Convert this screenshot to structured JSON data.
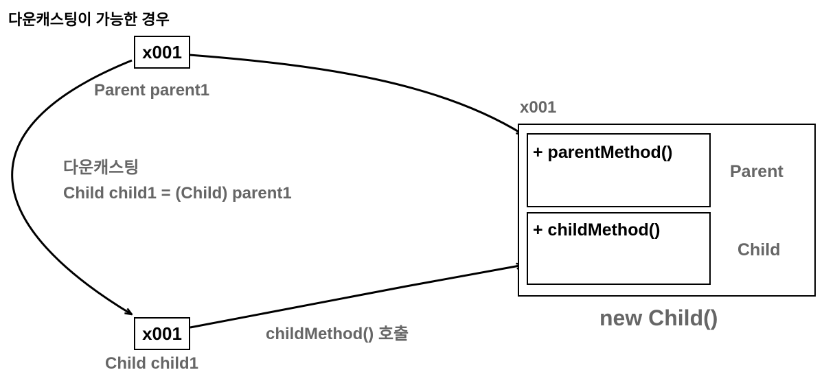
{
  "title": "다운캐스팅이 가능한 경우",
  "parent_ref": {
    "address": "x001",
    "label": "Parent parent1"
  },
  "child_ref": {
    "address": "x001",
    "label": "Child child1"
  },
  "downcast_note": {
    "line1": "다운캐스팅",
    "line2": "Child child1 = (Child) parent1"
  },
  "instance": {
    "address": "x001",
    "parent_section": {
      "method": "+ parentMethod()",
      "type_label": "Parent"
    },
    "child_section": {
      "method": "+ childMethod()",
      "type_label": "Child"
    },
    "caption": "new Child()"
  },
  "call_label": "childMethod() 호출",
  "colors": {
    "stroke": "#000000",
    "muted_text": "#666666"
  }
}
